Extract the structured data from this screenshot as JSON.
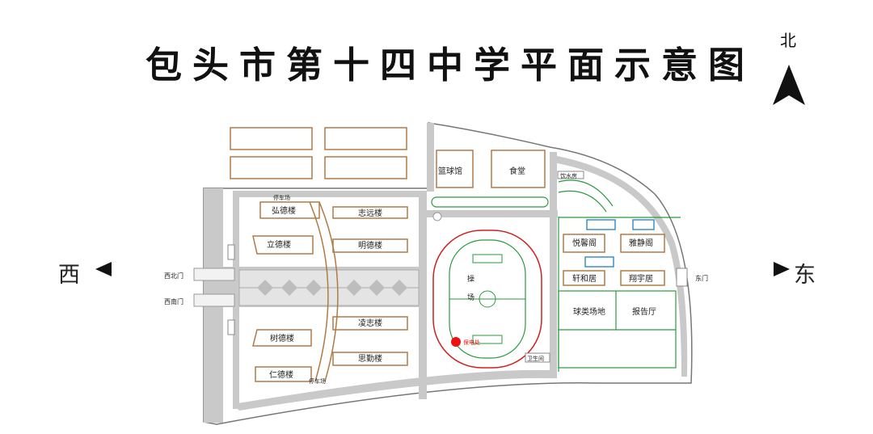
{
  "title": "包头市第十四中学平面示意图",
  "compass": {
    "north": "北",
    "west": "西",
    "east": "东",
    "icon": "north-arrow-icon"
  },
  "gates": {
    "northwest": "西北门",
    "southwest": "西南门",
    "east": "东门"
  },
  "parking": {
    "north": "停车场",
    "south": "停车场"
  },
  "buildings": {
    "hongde": "弘德楼",
    "zhiyuan": "志远楼",
    "lide": "立德楼",
    "mingde": "明德楼",
    "lingzhi": "凌志楼",
    "shude": "树德楼",
    "siqin": "思勤楼",
    "rende": "仁德楼",
    "basketball": "篮球馆",
    "canteen": "食堂",
    "water": "饮水房",
    "yuexin": "悦馨阁",
    "yajing": "雅静阁",
    "xuanhe": "轩和居",
    "xiangyu": "翔宇居",
    "ballcourt": "球类场地",
    "hall": "报告厅",
    "clinic": "卫生间"
  },
  "playground": {
    "line1": "操",
    "line2": "场"
  },
  "power": {
    "label": "保电处",
    "color": "#ee1111"
  },
  "colors": {
    "road": "#c9c9c9",
    "building": "#b07a45",
    "field": "#2b9a3f",
    "track": "#d02020",
    "pool": "#3a8fd0"
  }
}
